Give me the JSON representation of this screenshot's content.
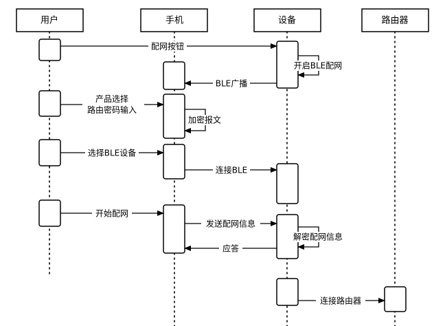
{
  "actors": {
    "user": "用户",
    "phone": "手机",
    "device": "设备",
    "router": "路由器"
  },
  "messages": {
    "m1": "配网按钮",
    "m2": "开启BLE配网",
    "m3": "BLE广播",
    "m4_line1": "产品选择",
    "m4_line2": "路由密码输入",
    "m5": "加密报文",
    "m6": "选择BLE设备",
    "m7": "连接BLE",
    "m8": "开始配网",
    "m9": "发送配网信息",
    "m10": "解密配网信息",
    "m11": "应答",
    "m12": "连接路由器"
  }
}
